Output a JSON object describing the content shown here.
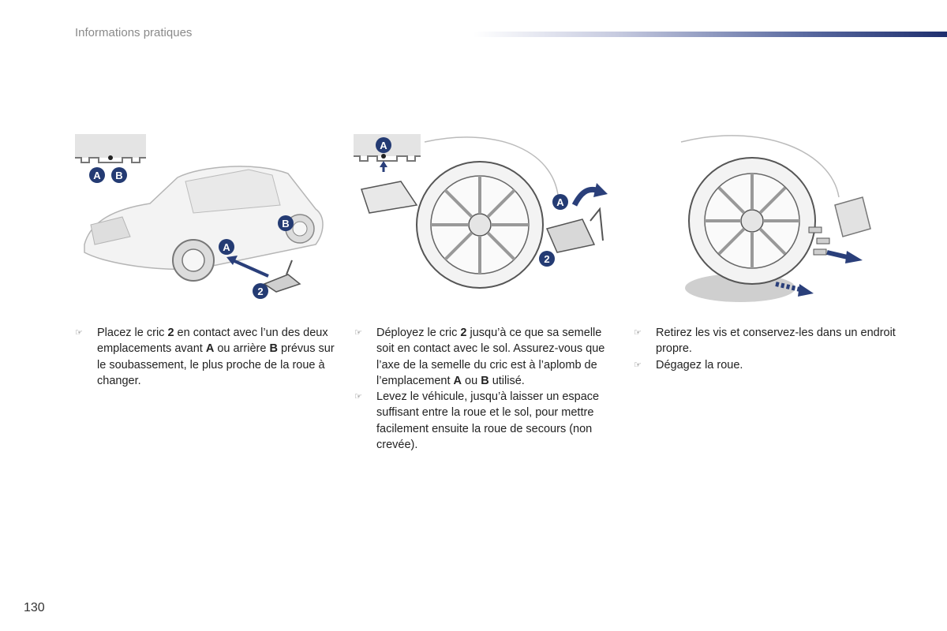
{
  "header": {
    "title": "Informations pratiques"
  },
  "page_number": "130",
  "illustrations": {
    "fig1": {
      "labels": {
        "a": "A",
        "b": "B",
        "n2": "2"
      }
    },
    "fig2": {
      "labels": {
        "a": "A",
        "n2": "2"
      }
    },
    "fig3": {}
  },
  "columns": {
    "col1": {
      "bullets": [
        {
          "glyph": "☞",
          "parts": [
            "Placez le cric ",
            "2",
            " en contact avec l’un des deux emplacements avant ",
            "A",
            " ou arrière ",
            "B",
            " prévus sur le soubassement, le plus proche de la roue à changer."
          ]
        }
      ]
    },
    "col2": {
      "bullets": [
        {
          "glyph": "☞",
          "parts": [
            "Déployez le cric ",
            "2",
            " jusqu’à ce que sa semelle soit en contact avec le sol. Assurez-vous que l’axe de la semelle du cric est à l’aplomb de l’emplacement ",
            "A",
            " ou ",
            "B",
            " utilisé."
          ]
        },
        {
          "glyph": "☞",
          "text": "Levez le véhicule, jusqu’à laisser un espace suffisant entre la roue et le sol, pour mettre facilement ensuite la roue de secours (non crevée)."
        }
      ]
    },
    "col3": {
      "bullets": [
        {
          "glyph": "☞",
          "text": "Retirez les vis et conservez-les dans un endroit propre."
        },
        {
          "glyph": "☞",
          "text": "Dégagez la roue."
        }
      ]
    }
  },
  "colors": {
    "badge": "#243b73",
    "arrow": "#2a3f7a",
    "line": "#999999"
  }
}
